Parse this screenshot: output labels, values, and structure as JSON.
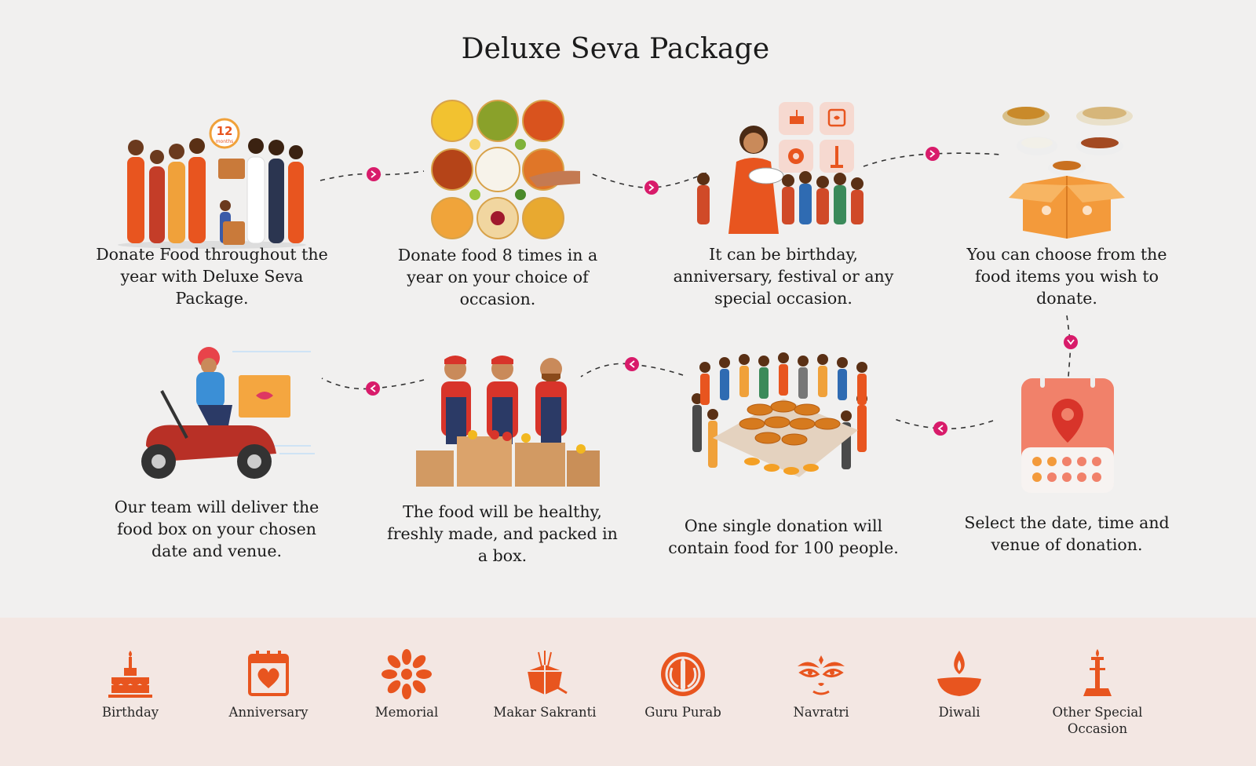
{
  "title": "Deluxe Seva Package",
  "colors": {
    "accent": "#e8551f",
    "accent_light": "#f4a25c",
    "connector_dot": "#d81b6a",
    "band_bg": "#f3e7e3",
    "page_bg": "#f1f0ef"
  },
  "steps": [
    {
      "illustration": "people-donating-box",
      "badge": "12",
      "badge_sub": "months",
      "caption": "Donate Food throughout the year with Deluxe Seva Package."
    },
    {
      "illustration": "food-bowls-grid",
      "caption": "Donate food 8 times in a year on your choice of occasion."
    },
    {
      "illustration": "woman-serving-children-occasions",
      "caption": "It can be birthday, anniversary, festival or any special occasion."
    },
    {
      "illustration": "food-items-box",
      "caption": "You can choose from the food items you wish to donate."
    },
    {
      "illustration": "calendar-location",
      "caption": "Select the date, time and venue of donation."
    },
    {
      "illustration": "crowd-food-pots",
      "caption": "One single donation will contain food for 100 people."
    },
    {
      "illustration": "volunteers-packing-boxes",
      "caption": "The food will be healthy, freshly made, and packed in a box."
    },
    {
      "illustration": "scooter-delivery",
      "caption": "Our team will deliver the food box on your chosen date and venue."
    }
  ],
  "occasions": [
    {
      "label": "Birthday",
      "icon": "cake-icon"
    },
    {
      "label": "Anniversary",
      "icon": "calendar-heart-icon"
    },
    {
      "label": "Memorial",
      "icon": "flower-icon"
    },
    {
      "label": "Makar Sakranti",
      "icon": "kite-icon"
    },
    {
      "label": "Guru Purab",
      "icon": "khanda-icon"
    },
    {
      "label": "Navratri",
      "icon": "goddess-eyes-icon"
    },
    {
      "label": "Diwali",
      "icon": "diya-icon"
    },
    {
      "label": "Other Special Occasion",
      "icon": "lamp-stand-icon"
    }
  ]
}
